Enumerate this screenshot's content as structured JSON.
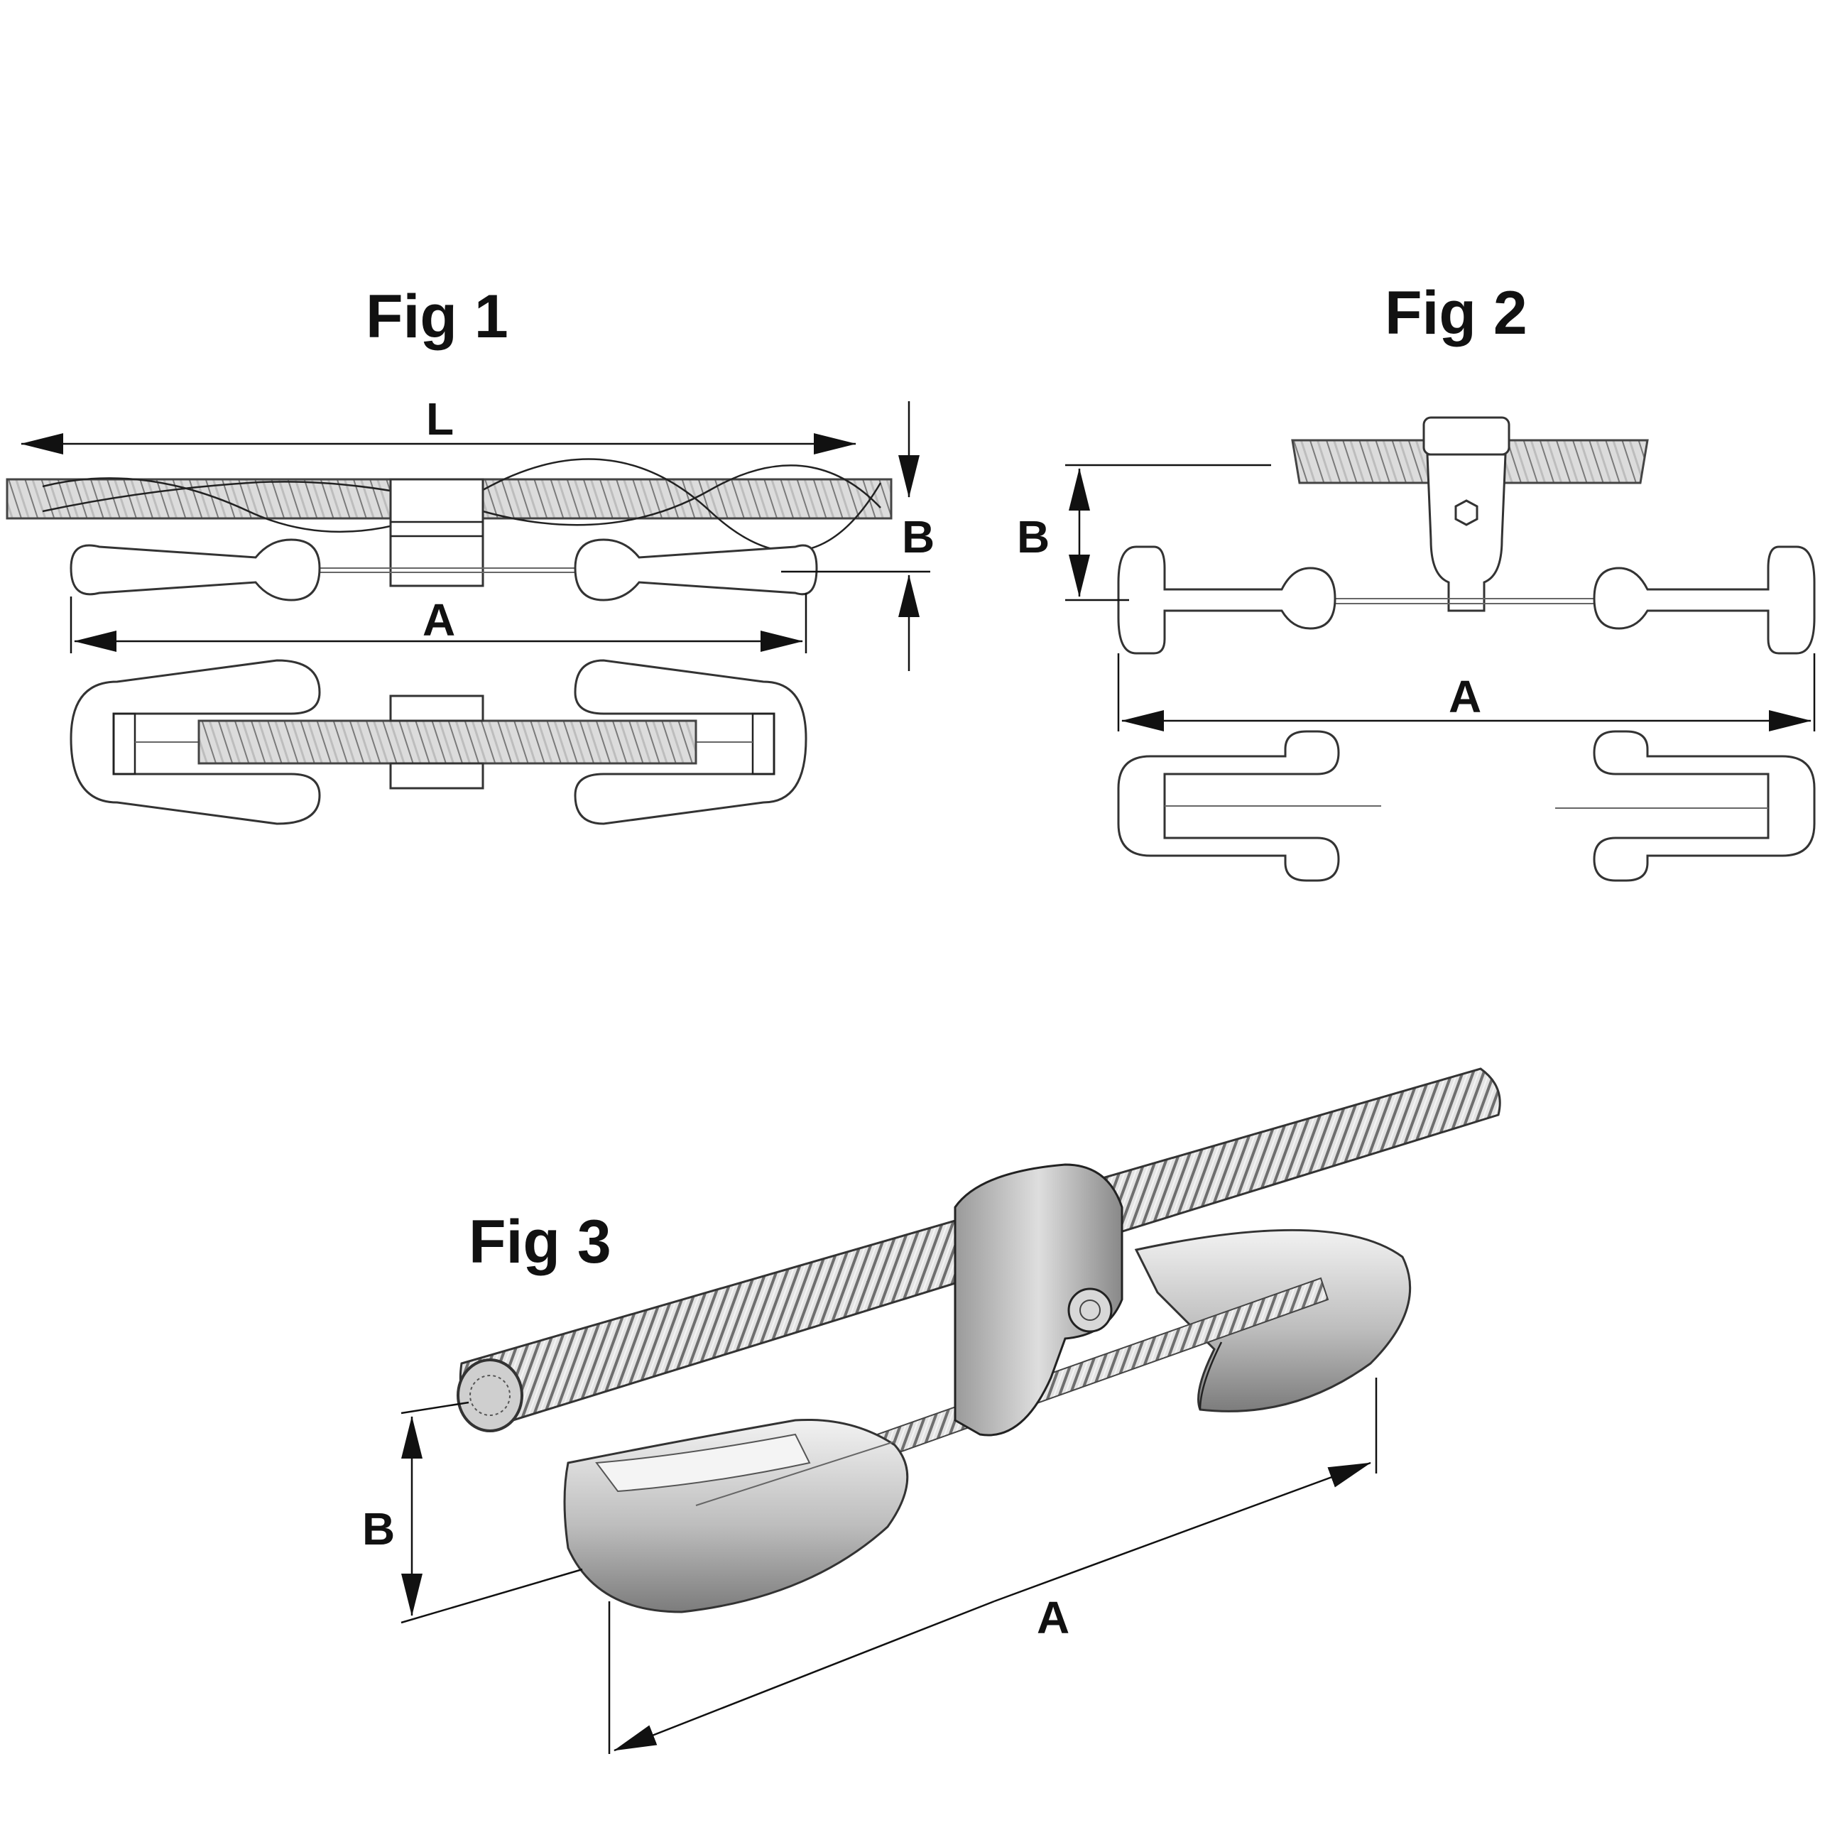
{
  "figures": {
    "fig1": {
      "title": "Fig 1",
      "labels": {
        "length": "L",
        "height": "B",
        "width": "A"
      },
      "icon": "stockbridge-damper-twin-bell-drawing"
    },
    "fig2": {
      "title": "Fig 2",
      "labels": {
        "height": "B",
        "width": "A"
      },
      "icon": "stockbridge-damper-dog-bone-drawing"
    },
    "fig3": {
      "title": "Fig 3",
      "labels": {
        "height": "B",
        "width": "A"
      },
      "icon": "stockbridge-damper-3d-render"
    }
  },
  "colors": {
    "ink": "#111111",
    "outline": "#333333",
    "metal_light": "#e6e6e6",
    "metal_dark": "#8a8a8a"
  }
}
